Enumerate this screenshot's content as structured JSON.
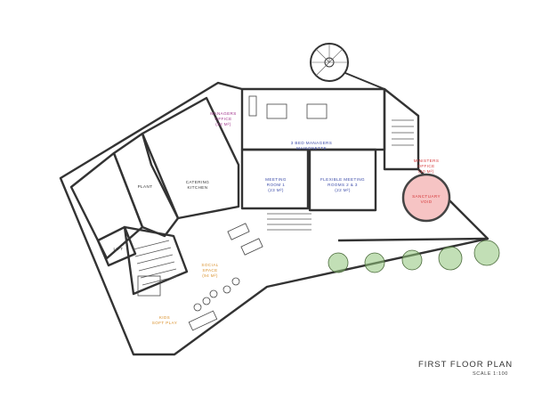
{
  "plan": {
    "title": "FIRST FLOOR PLAN",
    "scale": "SCALE 1:100",
    "colors": {
      "private": "#a0308a",
      "meeting": "#3a4aa8",
      "social": "#d9902a",
      "sanctuary": "#d6383a",
      "trees": "#8fc47a",
      "sanctuary_fill": "#f6c4c4"
    },
    "rooms": {
      "managers_office": {
        "name": "MANAGERS",
        "name2": "OFFICE",
        "area": "(12 M²)"
      },
      "maisonette": {
        "name": "3 BED MANAGERS",
        "name2": "MAISONETTE"
      },
      "meeting_1": {
        "name": "MEETING",
        "name2": "ROOM 1",
        "area": "(23 M²)"
      },
      "flexible": {
        "name": "FLEXIBLE MEETING",
        "name2": "ROOMS 2 & 3",
        "area": "(22 M²)"
      },
      "kitchen": {
        "name": "CATERING",
        "name2": "KITCHEN"
      },
      "plant": {
        "name": "PLANT"
      },
      "lift": {
        "name": "LIFT"
      },
      "social": {
        "name": "SOCIAL",
        "name2": "SPACE",
        "area": "(94 M²)"
      },
      "kids": {
        "name": "KIDS",
        "name2": "SOFT PLAY"
      },
      "ministers": {
        "name": "MINISTERS",
        "name2": "OFFICE",
        "area": "(10 M²)"
      },
      "sanctuary": {
        "name": "SANCTUARY",
        "name2": "VOID"
      }
    }
  }
}
